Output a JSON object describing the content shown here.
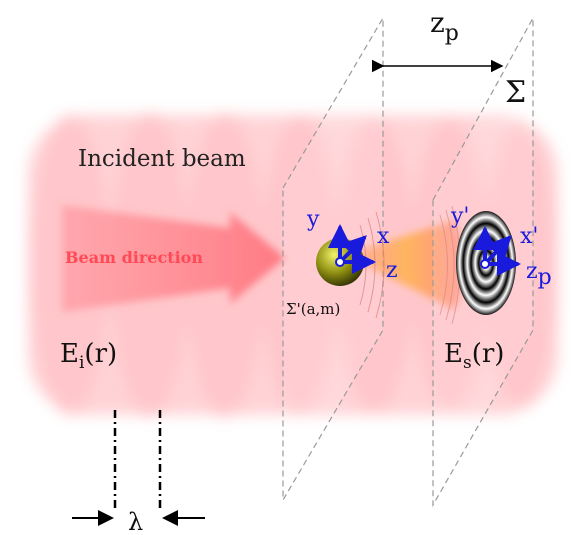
{
  "labels": {
    "incident_beam": "Incident beam",
    "beam_direction": "Beam direction",
    "incident_field": "E",
    "incident_field_sub": "i",
    "incident_field_arg": "(r)",
    "scattered_field": "E",
    "scattered_field_sub": "s",
    "scattered_field_arg": "(r)",
    "particle": "Σ'(a,m)",
    "plane": "Σ",
    "distance": "z",
    "distance_sub": "p",
    "wavelength": "λ"
  },
  "axes_particle": {
    "y": "y",
    "x": "x",
    "z": "z"
  },
  "axes_plane": {
    "y": "y'",
    "x": "x'",
    "z": "z",
    "z_sub": "p"
  },
  "colors": {
    "beam": "#ff9aa0",
    "beam_arrow": "#ff6f78",
    "beam_direction_text": "#ff4a55",
    "axes": "#1a1adc",
    "plane_edge": "#9a9a9a",
    "particle": "#8a8a10",
    "rings": "#000000"
  }
}
